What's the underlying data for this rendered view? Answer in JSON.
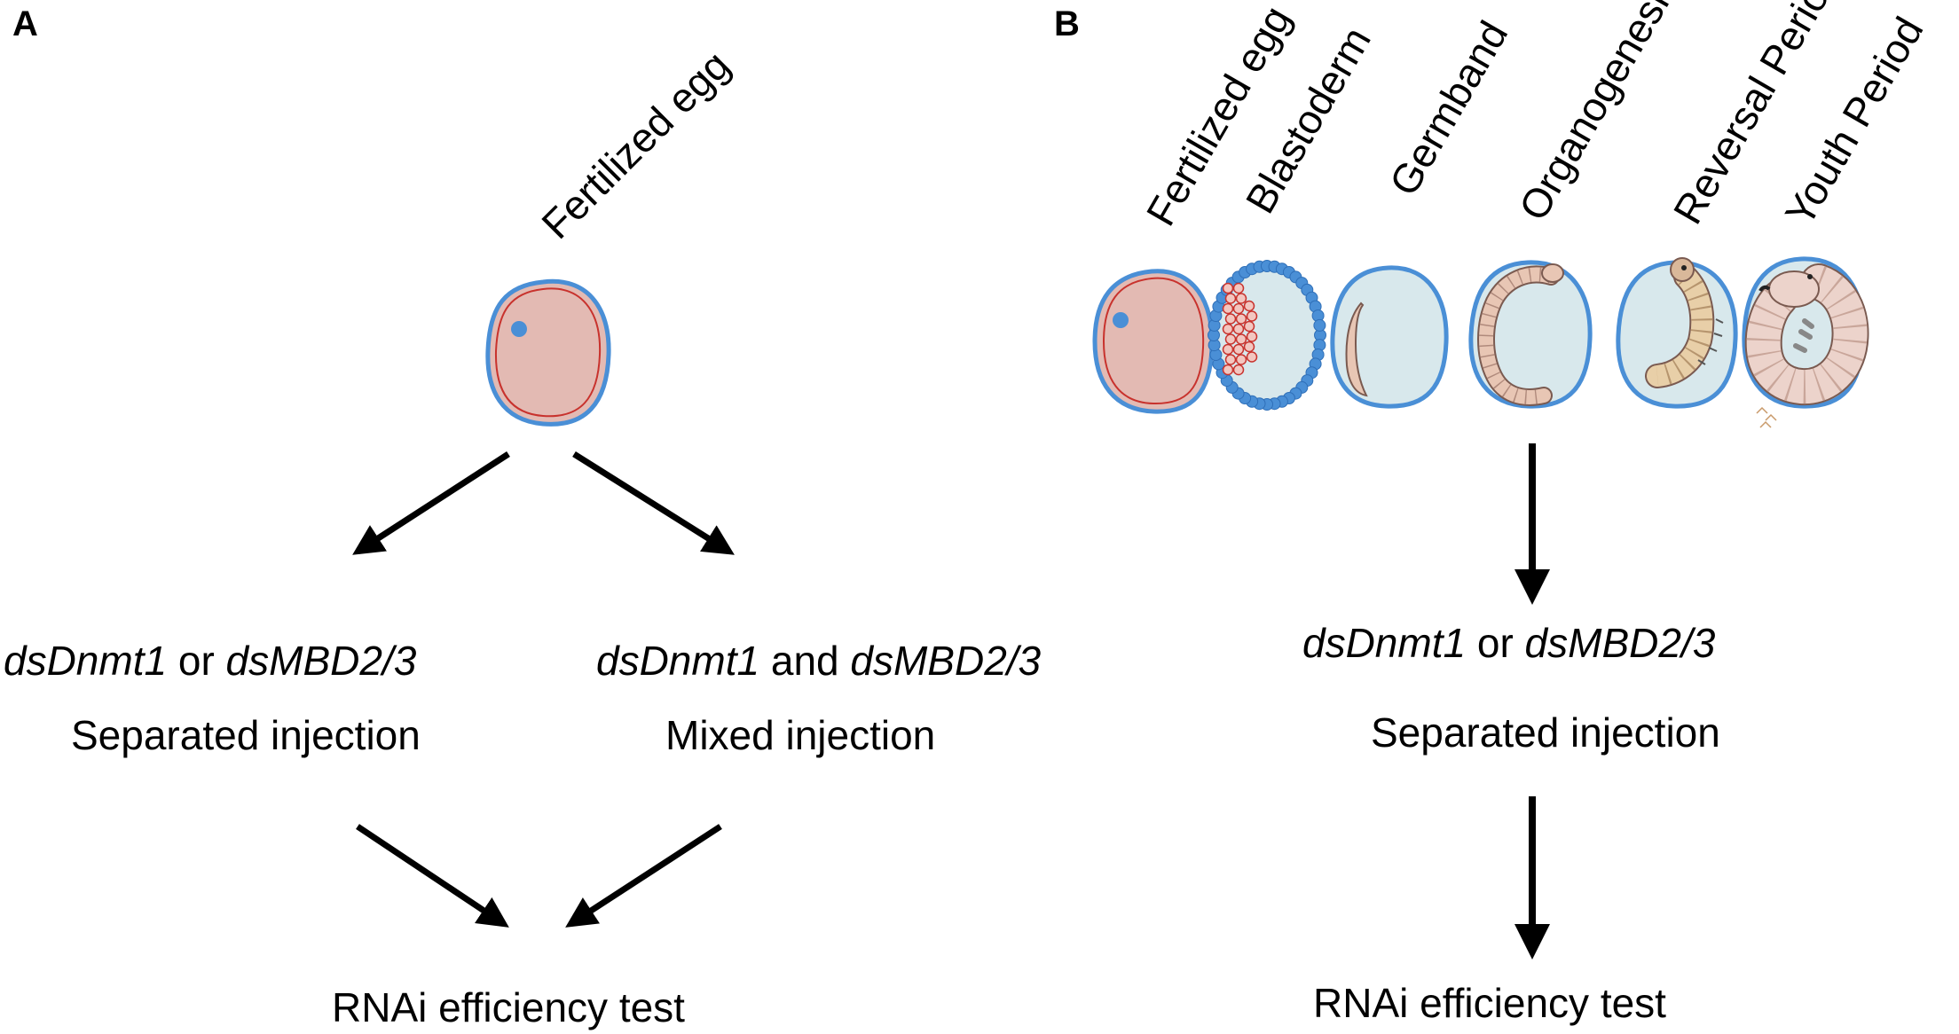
{
  "panel_a": {
    "letter": "A",
    "egg_label": "Fertilized egg",
    "left_branch": {
      "treatment_1": "dsDnmt1",
      "connector": " or ",
      "treatment_2": "dsMBD2/3",
      "method": "Separated injection"
    },
    "right_branch": {
      "treatment_1": "dsDnmt1",
      "connector": " and ",
      "treatment_2": "dsMBD2/3",
      "method": "Mixed injection"
    },
    "result": "RNAi efficiency test"
  },
  "panel_b": {
    "letter": "B",
    "stages": [
      {
        "label": "Fertilized egg"
      },
      {
        "label": "Blastoderm"
      },
      {
        "label": "Germband"
      },
      {
        "label": "Organogenesis"
      },
      {
        "label": "Reversal Period"
      },
      {
        "label": "Youth Period"
      }
    ],
    "treatment_1": "dsDnmt1",
    "connector": " or ",
    "treatment_2": "dsMBD2/3",
    "method": "Separated injection",
    "result": "RNAi efficiency test"
  },
  "colors": {
    "egg_fill": "#e3bab3",
    "egg_outline": "#4a8fd6",
    "inner_membrane": "#c8322d",
    "egg_light_fill": "#d8e8ec",
    "cell_blue": "#4a8fd6",
    "embryo_fill": "#e8c6b4",
    "embryo_outline": "#7a5a50",
    "arrow": "#000000"
  }
}
